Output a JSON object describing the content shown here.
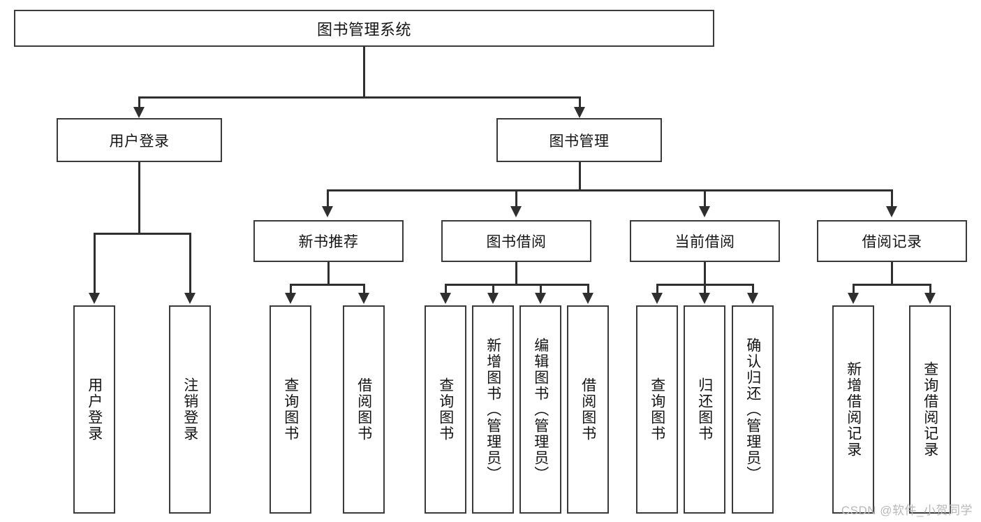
{
  "diagram": {
    "type": "tree-hierarchy",
    "title": "图书管理系统",
    "watermark": "CSDN @软件_小贺同学",
    "colors": {
      "box_border": "#3a3a3a",
      "connector": "#2f2f2f",
      "text": "#141414",
      "background": "#ffffff",
      "watermark": "#b8b8b8"
    },
    "root": {
      "label": "图书管理系统"
    },
    "level2": [
      {
        "id": "user-login",
        "label": "用户登录"
      },
      {
        "id": "book-management",
        "label": "图书管理"
      }
    ],
    "level3": [
      {
        "id": "new-book-recommend",
        "label": "新书推荐"
      },
      {
        "id": "book-borrow",
        "label": "图书借阅"
      },
      {
        "id": "current-borrow",
        "label": "当前借阅"
      },
      {
        "id": "borrow-record",
        "label": "借阅记录"
      }
    ],
    "leaves": {
      "user_login": [
        {
          "id": "leaf-user-login",
          "label": "用户登录"
        },
        {
          "id": "leaf-user-logout",
          "label": "注销登录"
        }
      ],
      "new_book_recommend": [
        {
          "id": "leaf-query-book-1",
          "label": "查询图书"
        },
        {
          "id": "leaf-borrow-book-1",
          "label": "借阅图书"
        }
      ],
      "book_borrow": [
        {
          "id": "leaf-query-book-2",
          "label": "查询图书"
        },
        {
          "id": "leaf-add-book",
          "label": "新增图书（管理员）"
        },
        {
          "id": "leaf-edit-book",
          "label": "编辑图书（管理员）"
        },
        {
          "id": "leaf-borrow-book-2",
          "label": "借阅图书"
        }
      ],
      "current_borrow": [
        {
          "id": "leaf-query-book-3",
          "label": "查询图书"
        },
        {
          "id": "leaf-return-book",
          "label": "归还图书"
        },
        {
          "id": "leaf-confirm-return",
          "label": "确认归还（管理员）"
        }
      ],
      "borrow_record": [
        {
          "id": "leaf-add-record",
          "label": "新增借阅记录"
        },
        {
          "id": "leaf-query-record",
          "label": "查询借阅记录"
        }
      ]
    }
  }
}
